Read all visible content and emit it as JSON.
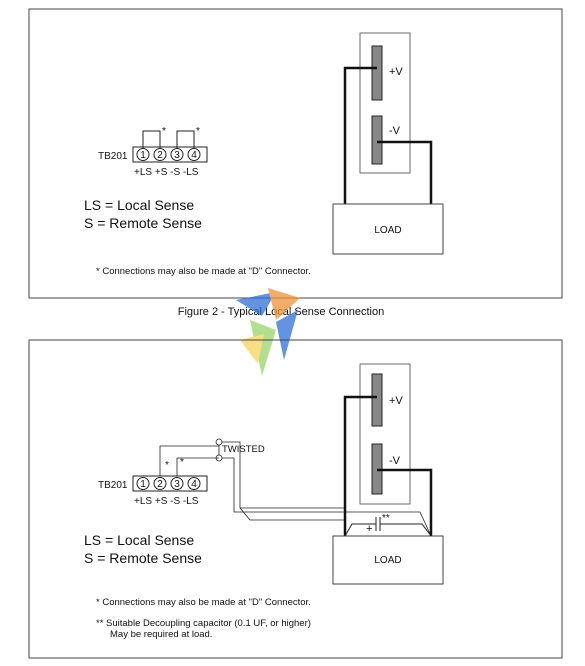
{
  "figure1": {
    "caption": "Figure 2 - Typical Local Sense Connection",
    "terminal_block": {
      "name": "TB201",
      "terminals": [
        "1",
        "2",
        "3",
        "4"
      ],
      "labels": "+LS +S -S -LS",
      "jumper_mark": "*"
    },
    "supply": {
      "pos_label": "+V",
      "neg_label": "-V"
    },
    "load_label": "LOAD",
    "legend": [
      "LS = Local Sense",
      "S = Remote Sense"
    ],
    "note": "*   Connections may also be made at \"D\" Connector."
  },
  "figure2": {
    "terminal_block": {
      "name": "TB201",
      "terminals": [
        "1",
        "2",
        "3",
        "4"
      ],
      "labels": "+LS +S -S -LS",
      "mark": "*"
    },
    "twisted_label": "TWISTED",
    "supply": {
      "pos_label": "+V",
      "neg_label": "-V"
    },
    "load_label": "LOAD",
    "capacitor": {
      "plus": "+",
      "mark": "**"
    },
    "legend": [
      "LS = Local Sense",
      "S = Remote Sense"
    ],
    "notes": [
      "*   Connections may also be made at \"D\" Connector.",
      "**  Suitable Decoupling capacitor (0.1 UF, or higher)",
      "May be required at load."
    ]
  },
  "colors": {
    "frame": "#444444",
    "wire": "#111111",
    "plate": "#888888",
    "logo_blue": "#2f6fd8",
    "logo_orange": "#f0923a",
    "logo_green": "#9bd36a"
  }
}
